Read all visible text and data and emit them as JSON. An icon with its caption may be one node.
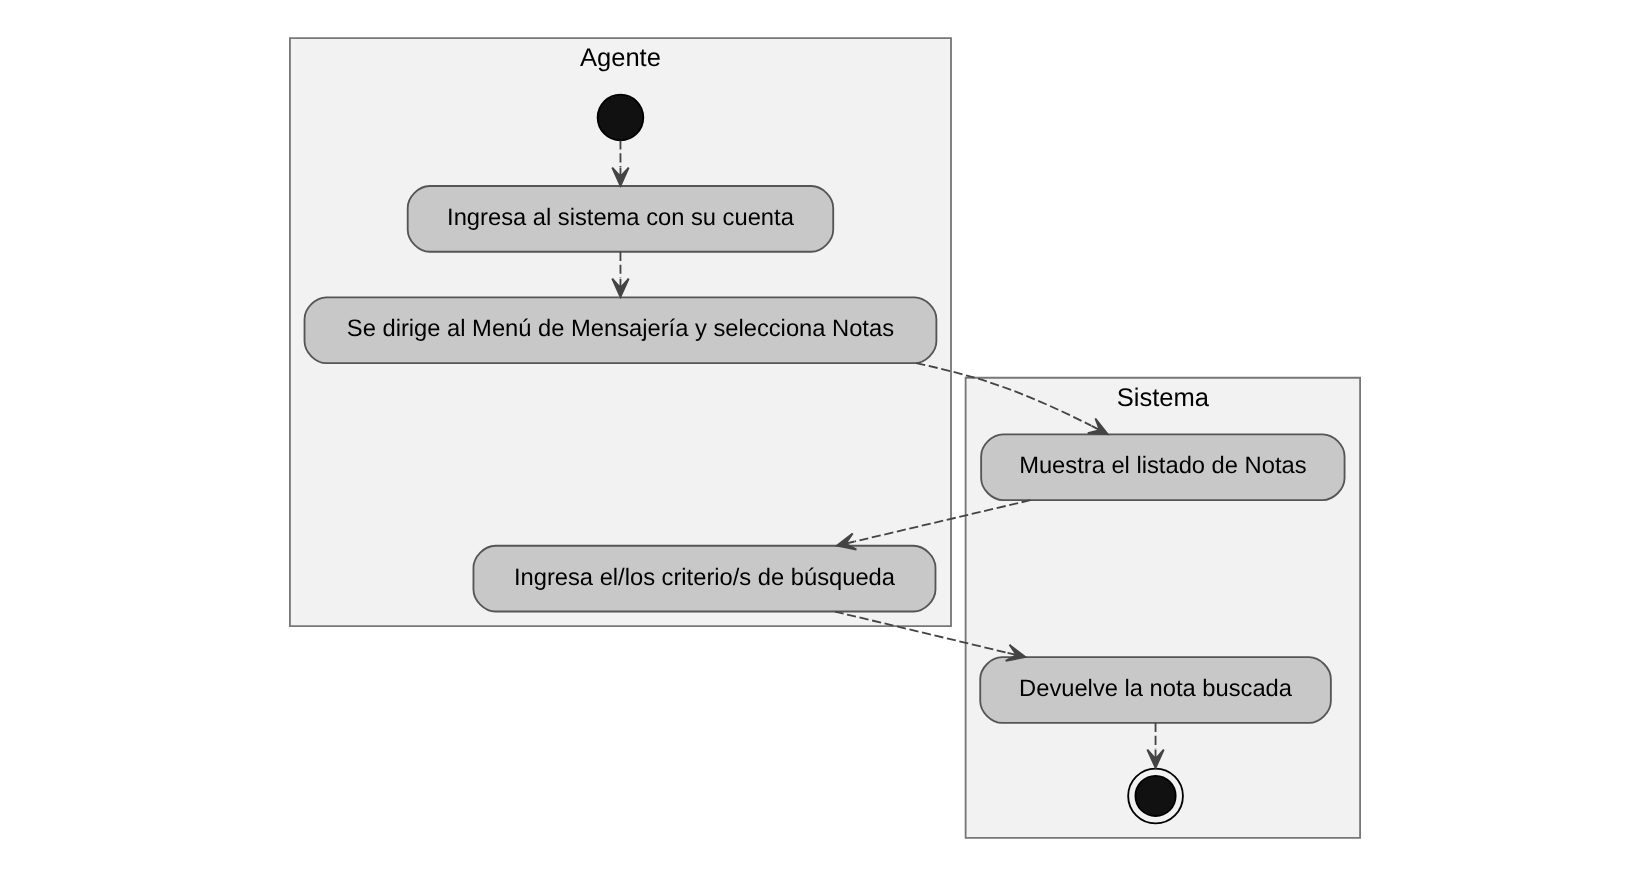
{
  "diagram": {
    "nodes": [
      {
        "text": [
          "Agente"
        ]
      },
      {
        "text": [
          "Sistema"
        ]
      },
      {
        "text": [],
        "shape": "circle",
        "in": 0
      },
      {
        "text": [
          "Ingresa al sistema con su cuenta"
        ],
        "in": 0
      },
      {
        "text": [
          "Se dirige al Menú de Mensajería y selecciona Notas"
        ],
        "in": 0
      },
      {
        "text": [
          "Ingresa el/los criterio/s de búsqueda"
        ],
        "in": 0
      },
      {
        "text": [
          "Muestra el listado de Notas"
        ],
        "in": 1
      },
      {
        "text": [
          "Devuelve la nota buscada"
        ],
        "in": 1
      },
      {
        "text": [],
        "shape": "bullseye",
        "in": 1
      }
    ],
    "edges": [
      {
        "from": 2,
        "to": 3,
        "arrow": "to"
      },
      {
        "from": 3,
        "to": 4,
        "arrow": "to"
      },
      {
        "from": 4,
        "to": 6,
        "arrow": "to"
      },
      {
        "from": 6,
        "to": 5,
        "arrow": "to"
      },
      {
        "from": 5,
        "to": 7,
        "arrow": "to"
      },
      {
        "from": 7,
        "to": 8,
        "arrow": "to"
      }
    ]
  }
}
